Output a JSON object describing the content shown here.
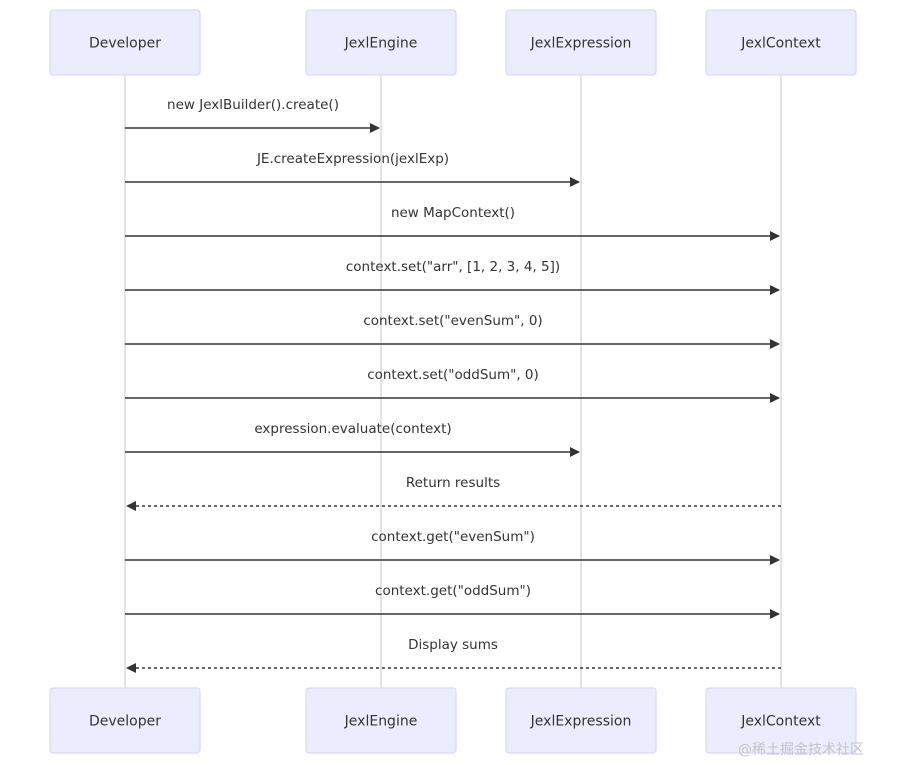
{
  "participants": [
    {
      "id": "dev",
      "label": "Developer"
    },
    {
      "id": "je",
      "label": "JexlEngine"
    },
    {
      "id": "jx",
      "label": "JexlExpression"
    },
    {
      "id": "jc",
      "label": "JexlContext"
    }
  ],
  "messages": [
    {
      "from": "dev",
      "to": "je",
      "label": "new JexlBuilder().create()",
      "style": "solid"
    },
    {
      "from": "dev",
      "to": "jx",
      "label": "JE.createExpression(jexlExp)",
      "style": "solid"
    },
    {
      "from": "dev",
      "to": "jc",
      "label": "new MapContext()",
      "style": "solid"
    },
    {
      "from": "dev",
      "to": "jc",
      "label": "context.set(\"arr\", [1, 2, 3, 4, 5])",
      "style": "solid"
    },
    {
      "from": "dev",
      "to": "jc",
      "label": "context.set(\"evenSum\", 0)",
      "style": "solid"
    },
    {
      "from": "dev",
      "to": "jc",
      "label": "context.set(\"oddSum\", 0)",
      "style": "solid"
    },
    {
      "from": "dev",
      "to": "jx",
      "label": "expression.evaluate(context)",
      "style": "solid"
    },
    {
      "from": "jc",
      "to": "dev",
      "label": "Return results",
      "style": "dashed"
    },
    {
      "from": "dev",
      "to": "jc",
      "label": "context.get(\"evenSum\")",
      "style": "solid"
    },
    {
      "from": "dev",
      "to": "jc",
      "label": "context.get(\"oddSum\")",
      "style": "solid"
    },
    {
      "from": "jc",
      "to": "dev",
      "label": "Display sums",
      "style": "dashed"
    }
  ],
  "watermark": "@稀土掘金技术社区",
  "colors": {
    "actor_fill": "#ECECFF",
    "actor_stroke": "#D6D3F7",
    "lifeline": "#D9D9E6",
    "arrow": "#333333"
  }
}
